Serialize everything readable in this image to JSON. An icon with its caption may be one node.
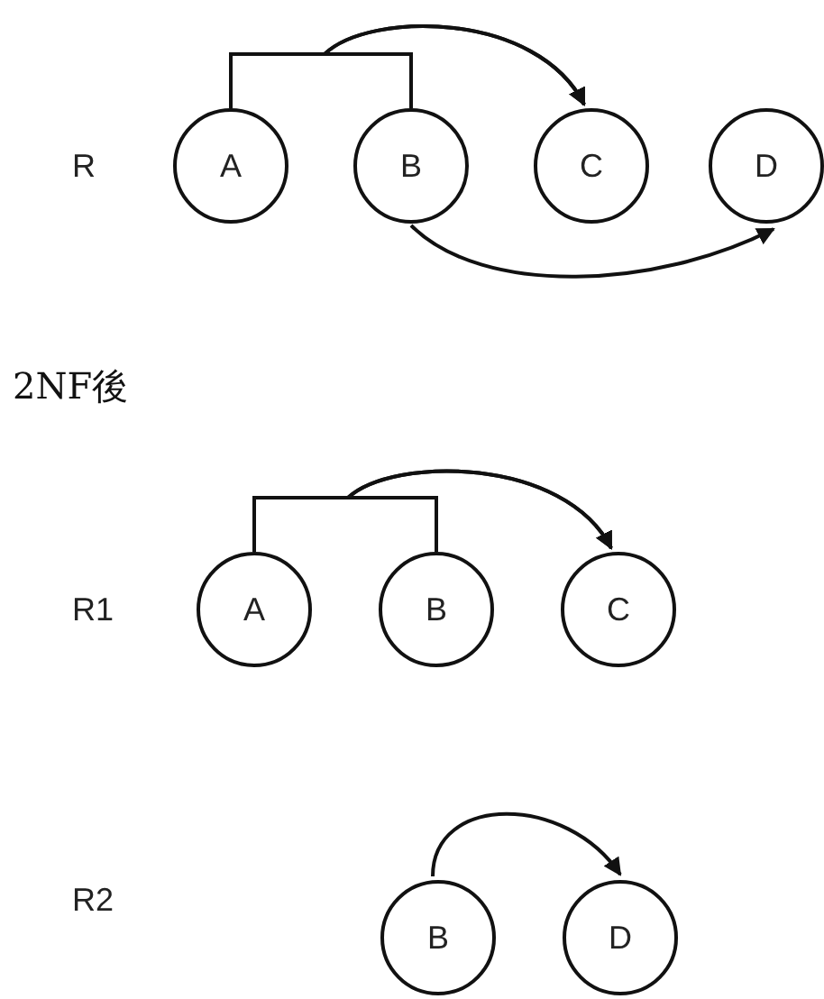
{
  "diagram": {
    "nodes": [
      {
        "text": [
          "A"
        ]
      },
      {
        "text": [
          "B"
        ]
      },
      {
        "text": [
          "C"
        ]
      },
      {
        "text": [
          "D"
        ]
      },
      {
        "text": [
          "A"
        ]
      },
      {
        "text": [
          "B"
        ]
      },
      {
        "text": [
          "C"
        ]
      },
      {
        "text": [
          "B"
        ]
      },
      {
        "text": [
          "D"
        ]
      }
    ],
    "edges": [
      {
        "from": 0,
        "to": 2,
        "arrow": "to"
      },
      {
        "from": 1,
        "to": 2,
        "arrow": "to"
      },
      {
        "from": 1,
        "to": 3,
        "arrow": "to"
      },
      {
        "from": 4,
        "to": 6,
        "arrow": "to"
      },
      {
        "from": 5,
        "to": 6,
        "arrow": "to"
      },
      {
        "from": 7,
        "to": 8,
        "arrow": "to"
      }
    ],
    "labels": [
      "R",
      "2NF後",
      "R1",
      "R2"
    ]
  }
}
